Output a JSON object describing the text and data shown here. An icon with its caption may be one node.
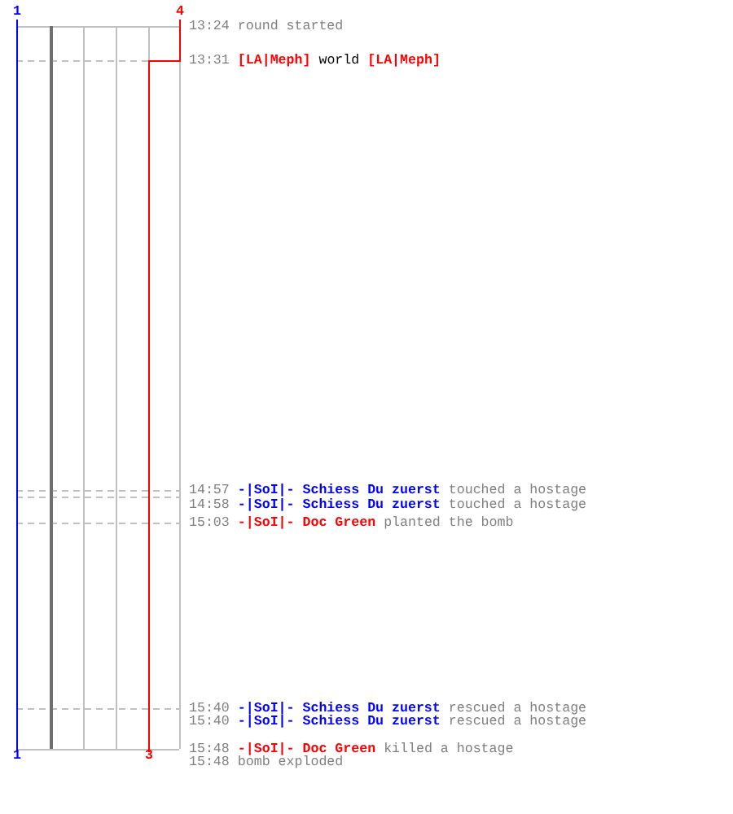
{
  "diagram": {
    "labels": [
      "1",
      "4",
      "13:24",
      "round started",
      "13:31",
      "[LA|Meph]",
      "world",
      "[LA|Meph]",
      "14:57",
      "-|SoI|- Schiess Du zuerst",
      "touched a hostage",
      "14:58",
      "-|SoI|- Schiess Du zuerst",
      "touched a hostage",
      "15:03",
      "-|SoI|- Doc Green",
      "planted the bomb",
      "15:40",
      "-|SoI|- Schiess Du zuerst",
      "rescued a hostage",
      "15:40",
      "-|SoI|- Schiess Du zuerst",
      "rescued a hostage",
      "15:48",
      "-|SoI|- Doc Green",
      "killed a hostage",
      "1",
      "3",
      "15:48",
      "bomb exploded"
    ]
  }
}
